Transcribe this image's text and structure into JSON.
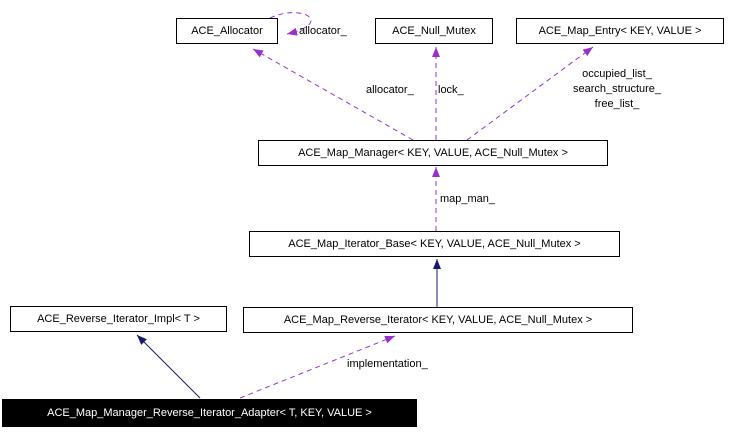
{
  "diagram": {
    "type": "uml-collaboration-graph",
    "nodes": [
      {
        "id": "ace-allocator",
        "label": "ACE_Allocator"
      },
      {
        "id": "ace-null-mutex",
        "label": "ACE_Null_Mutex"
      },
      {
        "id": "ace-map-entry",
        "label": "ACE_Map_Entry< KEY, VALUE >"
      },
      {
        "id": "ace-map-manager",
        "label": "ACE_Map_Manager< KEY, VALUE, ACE_Null_Mutex >"
      },
      {
        "id": "ace-map-iterator-base",
        "label": "ACE_Map_Iterator_Base< KEY, VALUE, ACE_Null_Mutex >"
      },
      {
        "id": "ace-reverse-iterator-impl",
        "label": "ACE_Reverse_Iterator_Impl< T >"
      },
      {
        "id": "ace-map-reverse-iterator",
        "label": "ACE_Map_Reverse_Iterator< KEY, VALUE, ACE_Null_Mutex >"
      },
      {
        "id": "ace-map-manager-reverse-iterator-adapter",
        "label": "ACE_Map_Manager_Reverse_Iterator_Adapter< T, KEY, VALUE >",
        "highlight": true
      }
    ],
    "labels": {
      "self_allocator": "allocator_",
      "allocator": "allocator_",
      "lock": "lock_",
      "occupied_list": "occupied_list_",
      "search_structure": "search_structure_",
      "free_list": "free_list_",
      "map_man": "map_man_",
      "implementation": "implementation_"
    },
    "edges": [
      {
        "from": "ace-allocator",
        "to": "ace-allocator",
        "label": "allocator_",
        "style": "dashed-usage"
      },
      {
        "from": "ace-map-manager",
        "to": "ace-allocator",
        "label": "allocator_",
        "style": "dashed-usage"
      },
      {
        "from": "ace-map-manager",
        "to": "ace-null-mutex",
        "label": "lock_",
        "style": "dashed-usage"
      },
      {
        "from": "ace-map-manager",
        "to": "ace-map-entry",
        "label": "occupied_list_ search_structure_ free_list_",
        "style": "dashed-usage"
      },
      {
        "from": "ace-map-iterator-base",
        "to": "ace-map-manager",
        "label": "map_man_",
        "style": "dashed-usage"
      },
      {
        "from": "ace-map-reverse-iterator",
        "to": "ace-map-iterator-base",
        "label": "",
        "style": "solid-inheritance"
      },
      {
        "from": "ace-map-manager-reverse-iterator-adapter",
        "to": "ace-reverse-iterator-impl",
        "label": "",
        "style": "solid-inheritance"
      },
      {
        "from": "ace-map-manager-reverse-iterator-adapter",
        "to": "ace-map-reverse-iterator",
        "label": "implementation_",
        "style": "dashed-usage"
      }
    ],
    "colors": {
      "usage_edge": "#9932CC",
      "inheritance_edge": "#191970",
      "node_border": "#000000",
      "node_bg": "#FFFFFF",
      "highlight_bg": "#000000",
      "highlight_text": "#FFFFFF"
    }
  }
}
